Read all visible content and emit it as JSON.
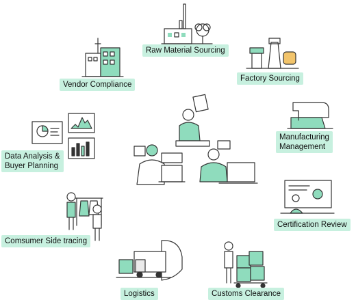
{
  "labels": {
    "raw_material_sourcing": "Raw Material Sourcing",
    "vendor_compliance": "Vendor Compliance",
    "factory_sourcing": "Factory Sourcing",
    "manufacturing_management": "Manufacturing\nManagement",
    "data_analysis_buyer_planning": "Data Analysis &\nBuyer Planning",
    "certification_review": "Certification Review",
    "comsumer_side_tracing": "Comsumer Side tracing",
    "logistics": "Logistics",
    "customs_clearance": "Customs Clearance"
  },
  "colors": {
    "label_bg": "#c7f0df",
    "accent_green": "#8fdcbd",
    "line": "#333333"
  },
  "icons": [
    "factory-icon",
    "cotton-icon",
    "building-icon",
    "industrial-tools-icon",
    "sewing-machine-icon",
    "dashboard-icon",
    "line-chart-icon",
    "bar-chart-icon",
    "team-people-icon",
    "certificate-icon",
    "clothes-rack-icon",
    "truck-icon",
    "cargo-boxes-icon"
  ]
}
